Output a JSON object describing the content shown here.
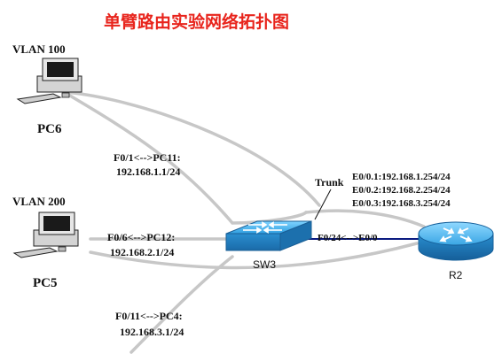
{
  "title": "单臂路由实验网络拓扑图",
  "colors": {
    "title": "#e8241c",
    "link": "#c7c7c7",
    "link_r2": "#0a1a80"
  },
  "hosts": [
    {
      "name": "PC6",
      "vlan": "VLAN 100",
      "port_label": "F0/1<-->PC11:",
      "ip": "192.168.1.1/24"
    },
    {
      "name": "PC5",
      "vlan": "VLAN 200",
      "port_label": "F0/6<-->PC12:",
      "ip": "192.168.2.1/24"
    },
    {
      "port_label": "F0/11<-->PC4:",
      "ip": "192.168.3.1/24"
    }
  ],
  "switch": {
    "name": "SW3",
    "trunk_label": "Trunk",
    "uplink_label": "F0/24<-->E0/0"
  },
  "router": {
    "name": "R2",
    "subinterfaces": [
      "E0/0.1:192.168.1.254/24",
      "E0/0.2:192.168.2.254/24",
      "E0/0.3:192.168.3.254/24"
    ]
  },
  "icons": {
    "pc": "desktop-computer-icon",
    "switch": "switch-icon",
    "router": "router-icon"
  }
}
